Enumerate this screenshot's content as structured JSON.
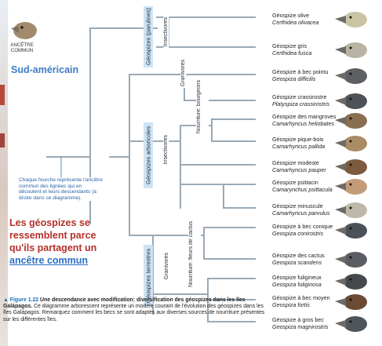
{
  "ancestor": {
    "label": "ANCÊTRE COMMUN"
  },
  "overlay": {
    "sud": "Sud-américain"
  },
  "caption_box": "Chaque fourche représente l'ancêtre commun des lignées qui en découlent et leurs descendants (à droite dans ce diagramme).",
  "claim": {
    "text": "Les géospizes se ressemblent parce qu'ils partagent un",
    "link": "ancêtre commun"
  },
  "figure": {
    "number": "▲ Figure 1.22",
    "title": "Une descendance avec modification: diversification des géospizes dans les îles Galápagos.",
    "body": "Ce diagramme arborescent représente un modèle courant de l'évolution des géospizes dans les îles Galápagos. Remarquez comment les becs se sont adaptés aux diverses sources de nourriture présentes sur les différentes îles."
  },
  "groups": {
    "paruline": "Géospizes (parulines)",
    "arboricoles": "Géospizes arboricoles",
    "terrestres": "Géospizes terrestres"
  },
  "diets": {
    "insectivores1": "Insectivores",
    "granivores1": "Granivores",
    "bourgeons": "Nourriture: bourgeons",
    "insectivores2": "Insectivores",
    "cactus": "Nourriture: fleurs de cactus",
    "granivores2": "Granivores"
  },
  "species": [
    {
      "common": "Géospize olive",
      "sci": "Certhidea olivacea",
      "color": "#c9c4a4"
    },
    {
      "common": "Géospize gris",
      "sci": "Certhidea fusca",
      "color": "#b9b3a3"
    },
    {
      "common": "Géospize à bec pointu",
      "sci": "Geospiza difficilis",
      "color": "#5c5f63"
    },
    {
      "common": "Géospize crassirostre",
      "sci": "Platyspiza crassirostris",
      "color": "#4d5258"
    },
    {
      "common": "Géospize des mangroves",
      "sci": "Camarhyncus heliobates",
      "color": "#8a6e50"
    },
    {
      "common": "Géospize pique-bois",
      "sci": "Camarhyncus pallida",
      "color": "#a98d66"
    },
    {
      "common": "Géospize modeste",
      "sci": "Camarhyncus pauper",
      "color": "#7c5a3e"
    },
    {
      "common": "Géospize psittacin",
      "sci": "Camarynchus psittacula",
      "color": "#c49b78"
    },
    {
      "common": "Géospize minuscule",
      "sci": "Camarhyncus parvulus",
      "color": "#bdb8a8"
    },
    {
      "common": "Géospize à bec conique",
      "sci": "Geospiza conirostris",
      "color": "#4b5158"
    },
    {
      "common": "Géospize des cactus",
      "sci": "Geospiza scandens",
      "color": "#5a5e63"
    },
    {
      "common": "Géospize fuligineux",
      "sci": "Geospiza fuliginosa",
      "color": "#45494e"
    },
    {
      "common": "Géospize à bec moyen",
      "sci": "Geospiza fortis",
      "color": "#6b4a36"
    },
    {
      "common": "Géospize à gros bec",
      "sci": "Geospiza magnirostris",
      "color": "#4f555b"
    }
  ]
}
